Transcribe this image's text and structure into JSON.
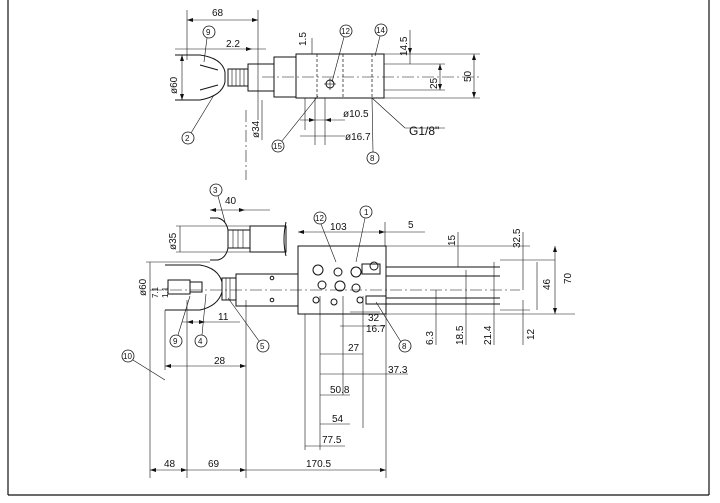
{
  "top_view": {
    "dimensions": {
      "width_68": "68",
      "offset_2_2": "2.2",
      "gap_1_5": "1.5",
      "height_14_5": "14.5",
      "height_25": "25",
      "height_50": "50",
      "diam_60": "ø60",
      "diam_34": "ø34",
      "diam_10_5": "ø10.5",
      "diam_16_7": "ø16.7",
      "thread": "G1/8\""
    },
    "balloons": [
      "9",
      "12",
      "14",
      "2",
      "15",
      "8"
    ]
  },
  "front_view": {
    "dimensions": {
      "w_40": "40",
      "diam_35": "ø35",
      "diam_60": "ø60",
      "w_103": "103",
      "w_5": "5",
      "h_15": "15",
      "h_32_5": "32.5",
      "h_46": "46",
      "h_70": "70",
      "h_6_3": "6.3",
      "h_18_5": "18.5",
      "h_21_4": "21.4",
      "h_12": "12",
      "d_32": "32",
      "d_16_7": "16.7",
      "d_27": "27",
      "d_37_3": "37.3",
      "d_50_8": "50.8",
      "d_54": "54",
      "d_77_5": "77.5",
      "d_11": "11",
      "d_28": "28",
      "d_48": "48",
      "d_69": "69",
      "d_170_5": "170.5",
      "small_a": "7.1",
      "small_b": "1.1"
    },
    "balloons": [
      "3",
      "12",
      "1",
      "9",
      "4",
      "5",
      "8",
      "10"
    ]
  }
}
